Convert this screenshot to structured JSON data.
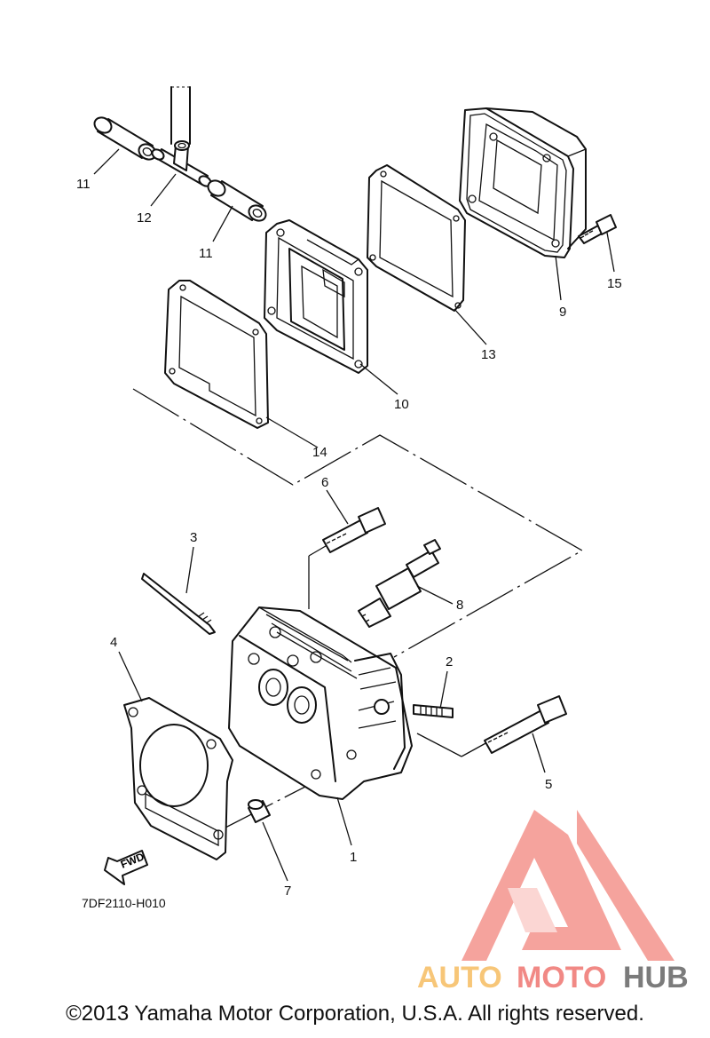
{
  "diagram": {
    "drawing_code": "7DF2110-H010",
    "fwd_label": "FWD",
    "callouts": [
      "1",
      "2",
      "3",
      "4",
      "5",
      "6",
      "7",
      "8",
      "9",
      "10",
      "11",
      "11",
      "12",
      "13",
      "14",
      "15"
    ]
  },
  "watermark": {
    "part1": "AUTO",
    "part2": "MOTO",
    "part3": "HUB",
    "color_main": "#f07d78",
    "color_accent": "#f7c06a",
    "color_dark": "#6d6d6d"
  },
  "footer": {
    "copyright": "©2013 Yamaha Motor Corporation, U.S.A. All rights reserved."
  }
}
